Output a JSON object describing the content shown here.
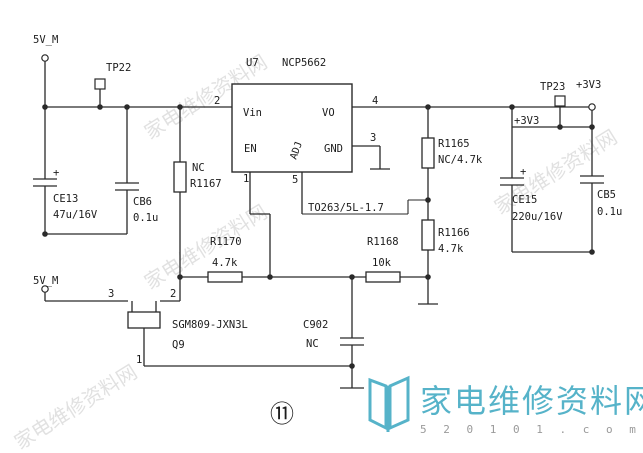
{
  "nets": {
    "v5m_top": "5V_M",
    "v5m_mid": "5V_M",
    "plus3v3_right": "+3V3",
    "plus3v3_node": "+3V3"
  },
  "testpoints": {
    "tp22": "TP22",
    "tp23": "TP23"
  },
  "u7": {
    "ref": "U7",
    "part": "NCP5662",
    "pin_vin": "Vin",
    "pin_vo": "VO",
    "pin_en": "EN",
    "pin_gnd": "GND",
    "pin_adj": "ADJ",
    "pin2": "2",
    "pin4": "4",
    "pin3": "3",
    "pin1": "1",
    "pin5": "5",
    "package": "TO263/5L-1.7"
  },
  "components": {
    "ce13_ref": "CE13",
    "ce13_val": "47u/16V",
    "cb6_ref": "CB6",
    "cb6_val": "0.1u",
    "r1167_top": "NC",
    "r1167_ref": "R1167",
    "r1170_ref": "R1170",
    "r1170_val": "4.7k",
    "r1168_ref": "R1168",
    "r1168_val": "10k",
    "r1165_ref": "R1165",
    "r1165_val": "NC/4.7k",
    "r1166_ref": "R1166",
    "r1166_val": "4.7k",
    "ce15_ref": "CE15",
    "ce15_val": "220u/16V",
    "cb5_ref": "CB5",
    "cb5_val": "0.1u",
    "c902_ref": "C902",
    "c902_val": "NC",
    "q9_part": "SGM809-JXN3L",
    "q9_ref": "Q9",
    "q9_pin3": "3",
    "q9_pin2": "2",
    "q9_pin1": "1",
    "plus_sign": "+"
  },
  "figure_number": "⑪",
  "watermark": {
    "brand": "家电维修资料网",
    "url": "5 2 0 1 0 1 . c o m",
    "diag_text": "家电维修资料网"
  }
}
